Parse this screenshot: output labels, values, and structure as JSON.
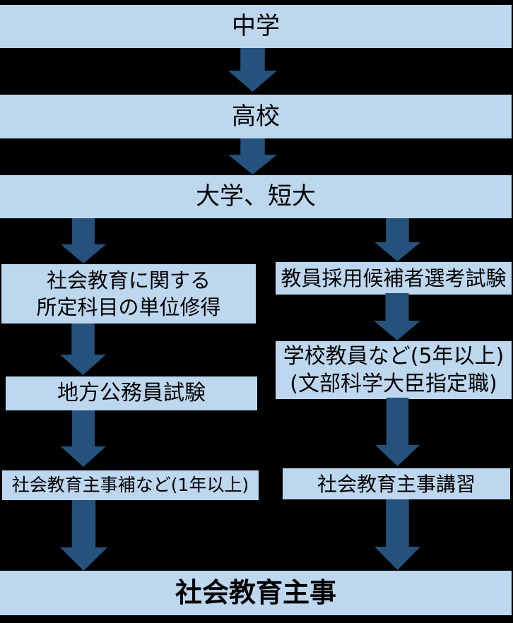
{
  "diagram": {
    "type": "flowchart",
    "colors": {
      "background": "#000000",
      "box-fill": "#BDD7EE",
      "arrow": "#24527C",
      "text": "#000000"
    },
    "nodes": {
      "junior_high": "中学",
      "high_school": "高校",
      "university": "大学、短大",
      "credits_line1": "社会教育に関する",
      "credits_line2": "所定科目の単位修得",
      "civil_service_exam": "地方公務員試験",
      "director_assistant": "社会教育主事補など(1年以上)",
      "teacher_exam": "教員採用候補者選考試験",
      "school_teacher_line1": "学校教員など(5年以上)",
      "school_teacher_line2": "(文部科学大臣指定職)",
      "director_training": "社会教育主事講習",
      "final": "社会教育主事"
    }
  }
}
